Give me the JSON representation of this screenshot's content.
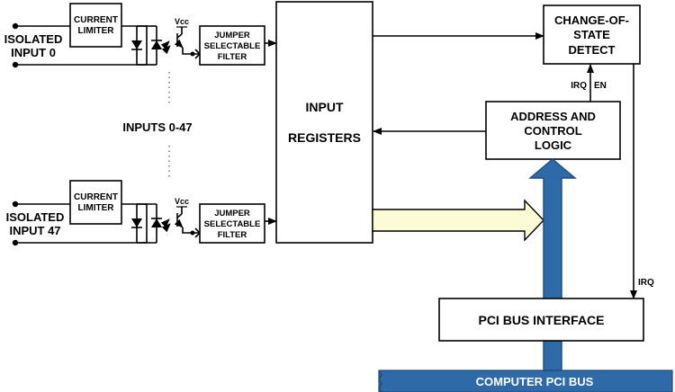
{
  "labels": {
    "current_limiter_line1": "CURRENT",
    "current_limiter_line2": "LIMITER",
    "isolated_input_0_line1": "ISOLATED",
    "isolated_input_0_line2": "INPUT 0",
    "isolated_input_47_line1": "ISOLATED",
    "isolated_input_47_line2": "INPUT 47",
    "vcc": "Vcc",
    "jumper_line1": "JUMPER",
    "jumper_line2": "SELECTABLE",
    "jumper_line3": "FILTER",
    "inputs_range": "INPUTS 0-47",
    "input_registers_line1": "INPUT",
    "input_registers_line2": "REGISTERS",
    "cos_line1": "CHANGE-OF-",
    "cos_line2": "STATE",
    "cos_line3": "DETECT",
    "addr_line1": "ADDRESS AND",
    "addr_line2": "CONTROL",
    "addr_line3": "LOGIC",
    "irq_en_irq": "IRQ",
    "irq_en_en": "EN",
    "irq": "IRQ",
    "pci_interface": "PCI BUS INTERFACE",
    "pci_bus": "COMPUTER PCI BUS"
  },
  "colors": {
    "bus_blue": "#2e6aa8",
    "bus_stroke": "#1e4c7c",
    "data_arrow_fill": "#fbfbd6",
    "line": "#000000",
    "bus_text": "#ffffff"
  }
}
